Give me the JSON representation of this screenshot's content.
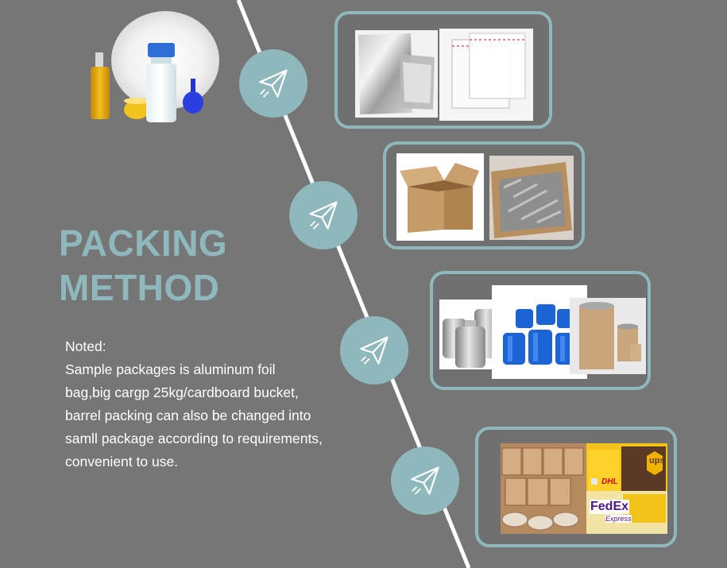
{
  "title": {
    "line1": "PACKING",
    "line2": "METHOD"
  },
  "note": {
    "lines": [
      "Noted:",
      "Sample packages is aluminum foil",
      "bag,big cargp 25kg/cardboard bucket,",
      "barrel packing can also be changed into",
      "samll package according to requirements,",
      "convenient to use."
    ]
  },
  "icons": {
    "step": "paper-plane-icon"
  },
  "logos": {
    "dhl": "DHL",
    "ups": "ups",
    "fedex": "FedEx",
    "express": "Express"
  },
  "colors": {
    "background": "#767676",
    "accent": "#8fb8bd",
    "text": "#ffffff"
  }
}
